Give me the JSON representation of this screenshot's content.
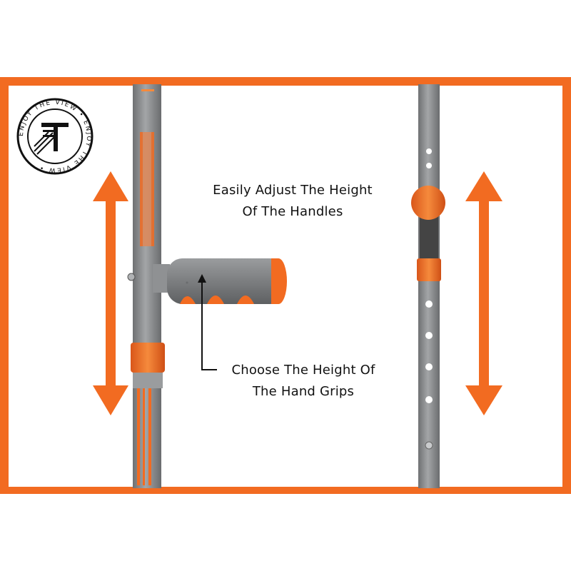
{
  "logo": {
    "ring_text": "ENJOY THE VIEW • ENJOY THE VIEW •",
    "icon": "crutch-t-monogram-icon"
  },
  "captions": {
    "adjust_height": [
      "Easily Adjust The Height",
      "Of The Handles"
    ],
    "hand_grips": [
      "Choose The Height Of",
      "The Hand Grips"
    ]
  },
  "colors": {
    "accent": "#f26b21",
    "pole": "#8b8d8f",
    "grip": "#7d7f81",
    "frame": "#f26b21"
  },
  "icons": [
    "up-down-arrow-icon",
    "up-down-arrow-icon"
  ]
}
